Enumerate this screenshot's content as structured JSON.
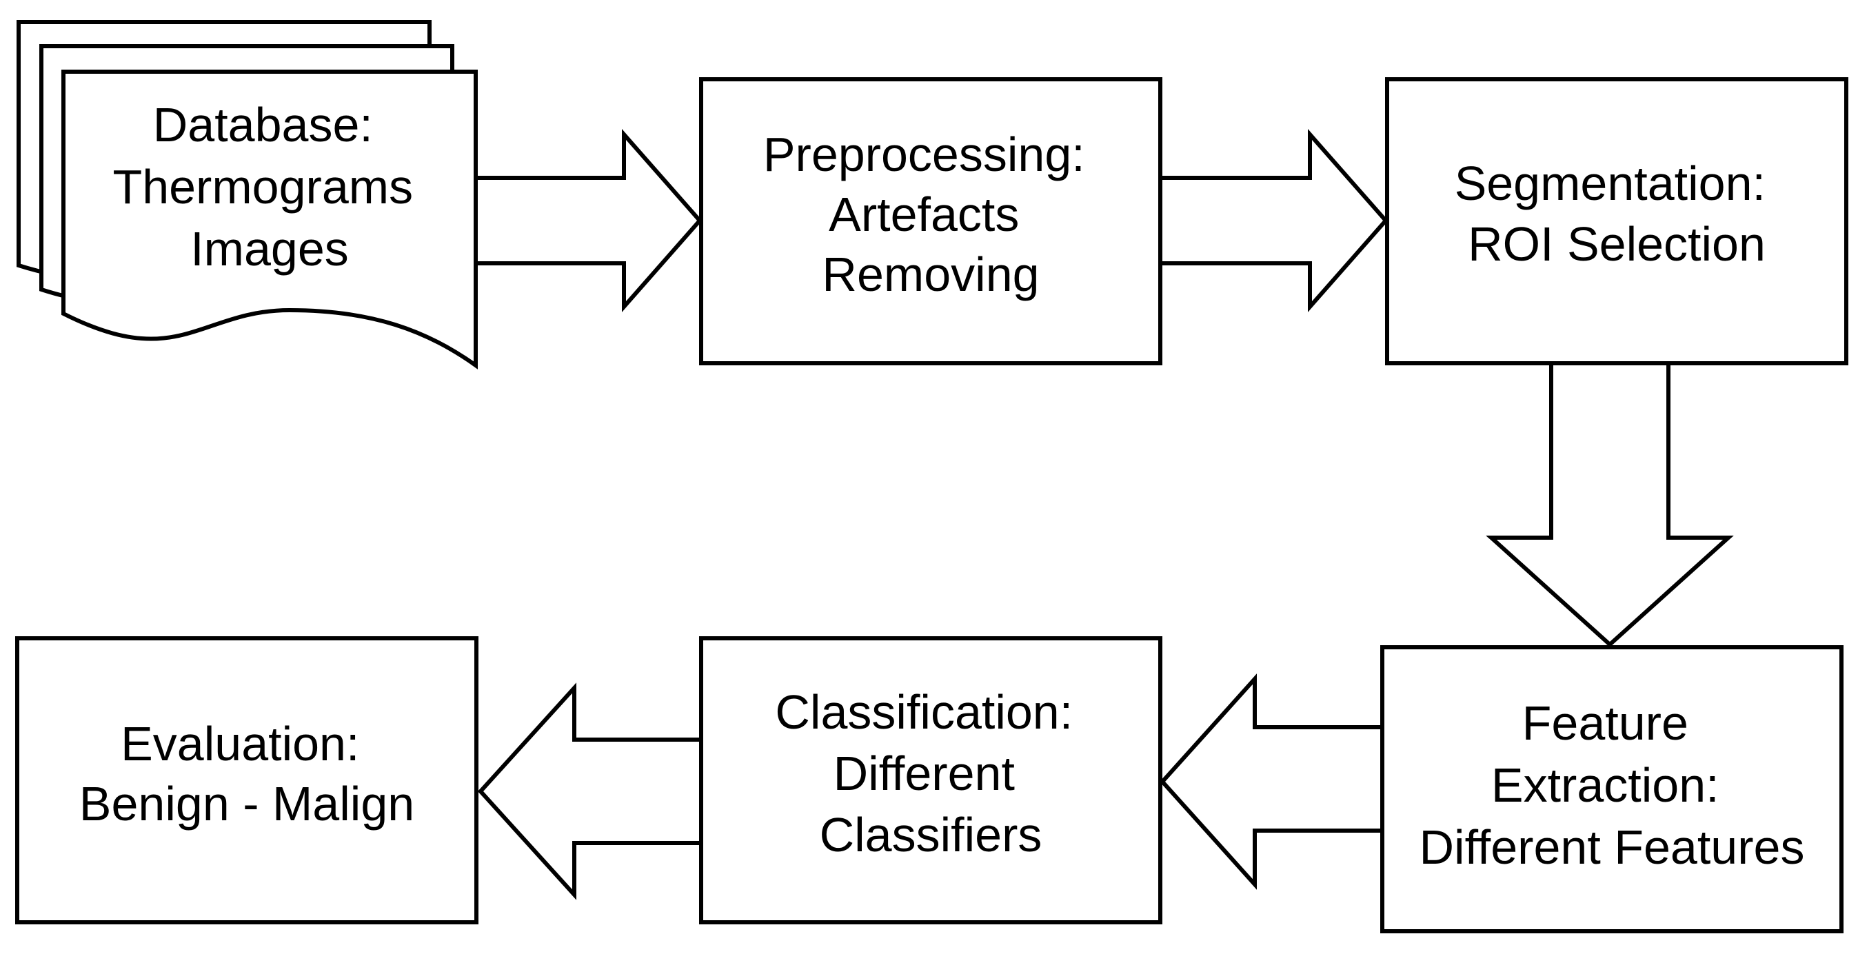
{
  "nodes": {
    "database": {
      "lines": [
        "Database:",
        "Thermograms",
        "Images"
      ]
    },
    "preprocessing": {
      "lines": [
        "Preprocessing:",
        "Artefacts",
        "Removing"
      ]
    },
    "segmentation": {
      "lines": [
        "Segmentation:",
        "ROI Selection"
      ]
    },
    "feature_extraction": {
      "lines": [
        "Feature",
        "Extraction:",
        "Different Features"
      ]
    },
    "classification": {
      "lines": [
        "Classification:",
        "Different",
        "Classifiers"
      ]
    },
    "evaluation": {
      "lines": [
        "Evaluation:",
        "Benign - Malign"
      ]
    }
  },
  "edges": [
    {
      "from": "database",
      "to": "preprocessing"
    },
    {
      "from": "preprocessing",
      "to": "segmentation"
    },
    {
      "from": "segmentation",
      "to": "feature_extraction"
    },
    {
      "from": "feature_extraction",
      "to": "classification"
    },
    {
      "from": "classification",
      "to": "evaluation"
    }
  ]
}
